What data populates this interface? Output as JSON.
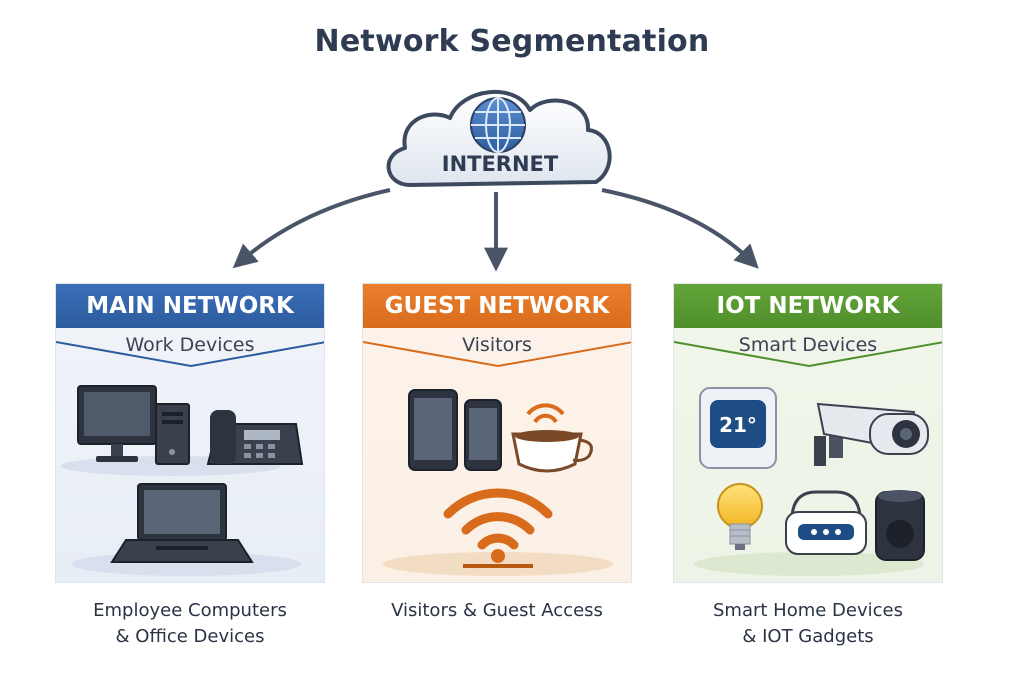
{
  "title": "Network Segmentation",
  "internet": {
    "label": "INTERNET",
    "icon": "globe-icon"
  },
  "colors": {
    "main": "#2d5c9e",
    "guest": "#d86c1c",
    "iot": "#4f8f2b",
    "text": "#2f3b52"
  },
  "panels": [
    {
      "heading": "MAIN NETWORK",
      "subheading": "Work Devices",
      "caption_line1": "Employee Computers",
      "caption_line2": "& Office Devices",
      "icons": [
        "monitor-icon",
        "desktop-tower-icon",
        "desk-phone-icon",
        "laptop-icon"
      ]
    },
    {
      "heading": "GUEST NETWORK",
      "subheading": "Visitors",
      "caption_line1": "Visitors & Guest Access",
      "caption_line2": "",
      "icons": [
        "tablet-icon",
        "smartphone-icon",
        "coffee-wifi-icon",
        "wifi-icon"
      ]
    },
    {
      "heading": "IOT NETWORK",
      "subheading": "Smart Devices",
      "caption_line1": "Smart Home Devices",
      "caption_line2": "& IOT Gadgets",
      "icons": [
        "thermostat-icon",
        "security-camera-icon",
        "light-bulb-icon",
        "smart-hub-icon",
        "smart-speaker-icon"
      ]
    }
  ],
  "thermostat": {
    "reading": "21°"
  }
}
